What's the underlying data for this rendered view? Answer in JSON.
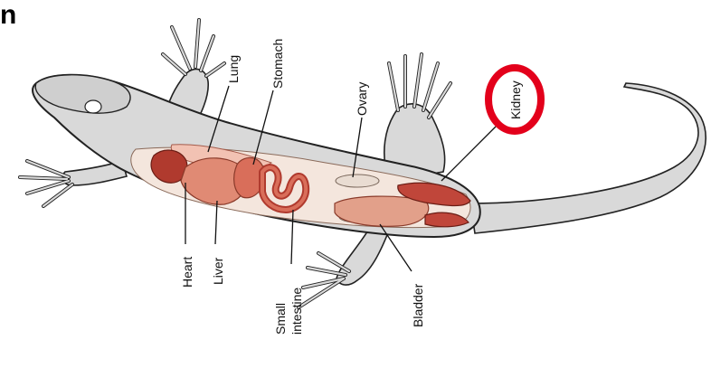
{
  "corner_mark": "n",
  "labels": {
    "lung": "Lung",
    "stomach": "Stomach",
    "ovary": "Ovary",
    "kidney": "Kidney",
    "heart": "Heart",
    "liver": "Liver",
    "small_intestine_1": "Small",
    "small_intestine_2": "intestine",
    "bladder": "Bladder"
  },
  "colors": {
    "highlight_ring": "#e3001b",
    "skin": "#d9d9d9",
    "outline": "#222222",
    "organ_dark": "#b03a2e",
    "organ_mid": "#d96e5a",
    "organ_light": "#f2c2b3"
  }
}
